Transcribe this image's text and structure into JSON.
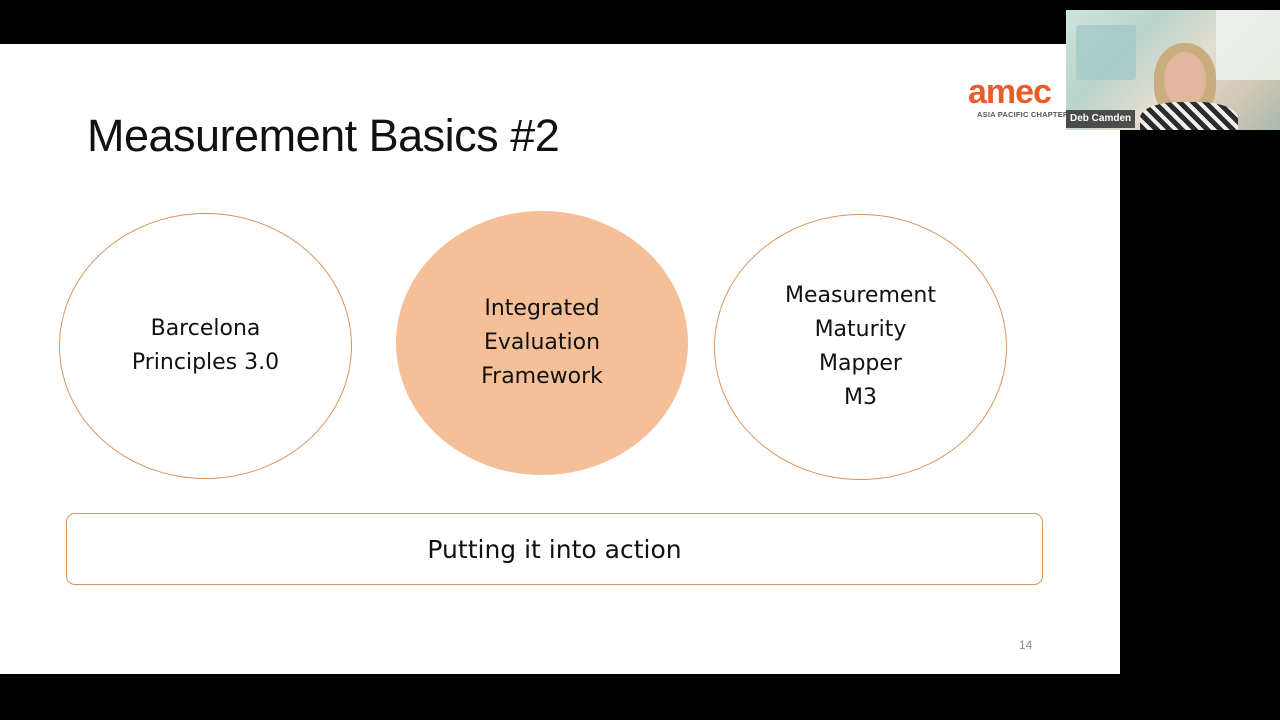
{
  "slide": {
    "title": "Measurement Basics #2",
    "logo": {
      "wordmark": "amec",
      "subtitle": "ASIA PACIFIC CHAPTER"
    },
    "circles": [
      {
        "label": "Barcelona\nPrinciples 3.0",
        "style": "outline"
      },
      {
        "label": "Integrated\nEvaluation\nFramework",
        "style": "filled"
      },
      {
        "label": "Measurement\nMaturity\nMapper\nM3",
        "style": "outline"
      }
    ],
    "action_box": {
      "label": "Putting it into action"
    },
    "page_number": "14"
  },
  "webcam": {
    "participant_name": "Deb Camden"
  },
  "colors": {
    "accent_outline": "#d9955f",
    "accent_fill": "#f5bf98",
    "logo_orange": "#ea5b2a",
    "background_letterbox": "#000000"
  }
}
